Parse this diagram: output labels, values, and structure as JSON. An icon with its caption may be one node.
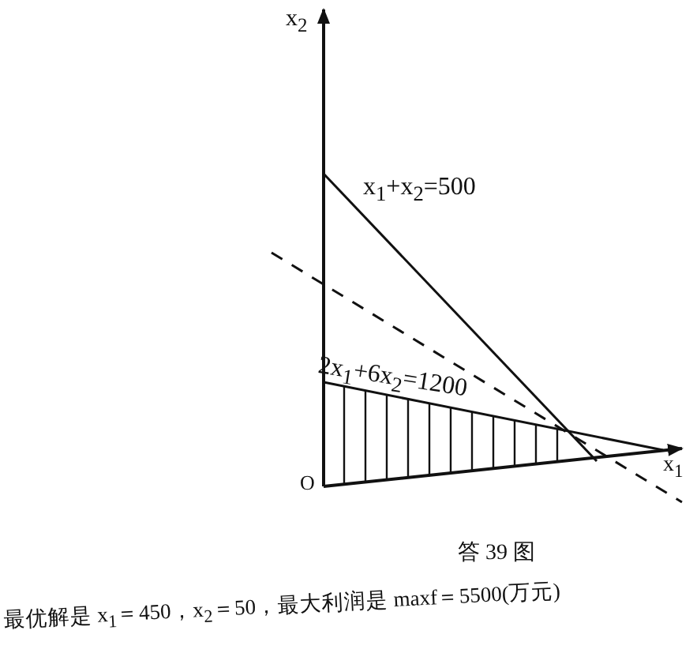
{
  "diagram": {
    "caption": "答 39 图",
    "labels": [
      "x$_{2}$",
      "x$_{1}$+x$_{2}$=500",
      "2x$_{1}$+6x$_{2}$=1200",
      "O",
      "x$_{1}$",
      "最优解是 x$_{1}$＝450，x$_{2}$＝50，最大利润是 maxf＝5500(万元)"
    ]
  }
}
